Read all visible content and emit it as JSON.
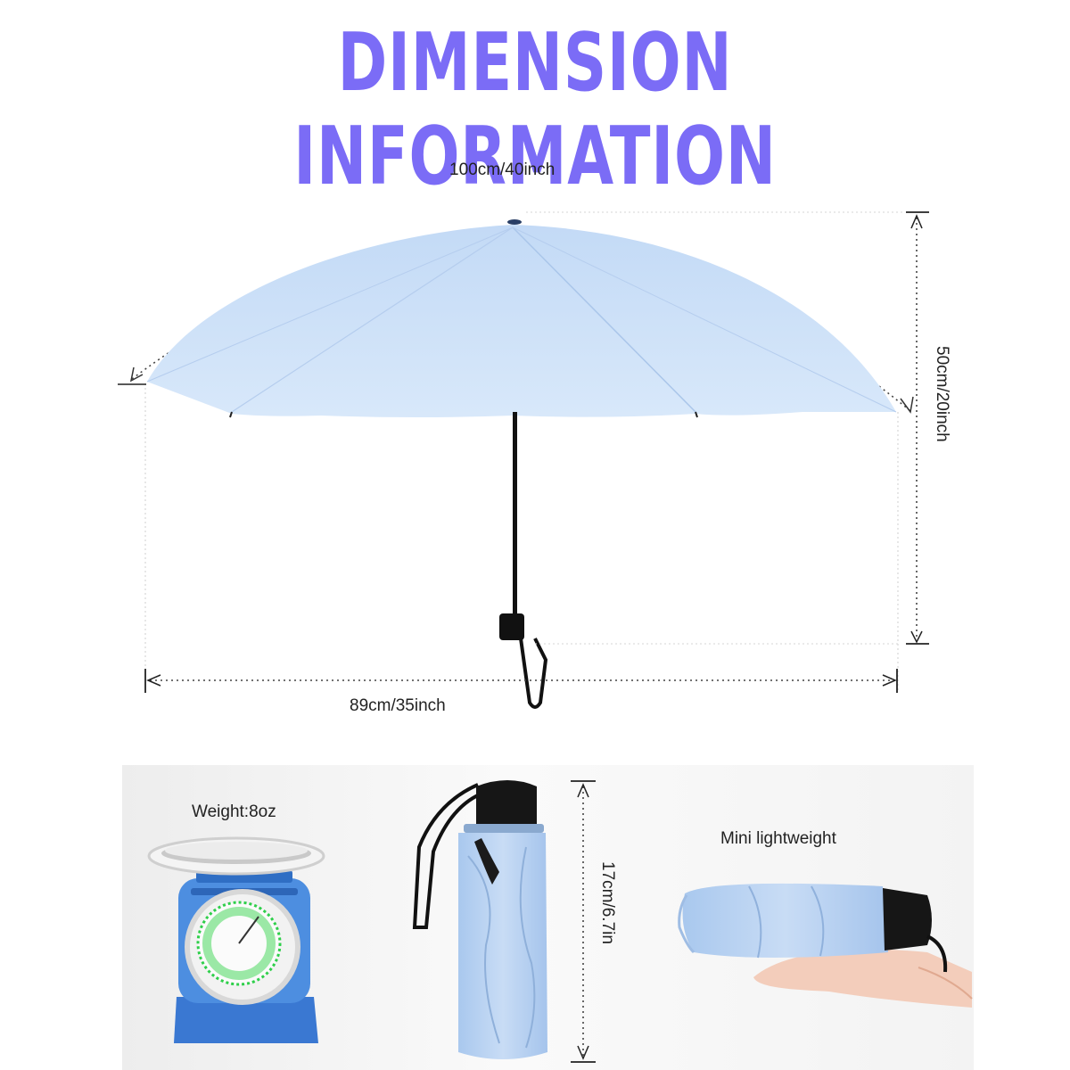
{
  "header": {
    "title": "DIMENSION INFORMATION"
  },
  "dimensions": {
    "arc_length": "100cm/40inch",
    "height": "50cm/20inch",
    "width": "89cm/35inch"
  },
  "panel": {
    "weight": "Weight:8oz",
    "folded_length": "17cm/6.7in",
    "lightweight": "Mini lightweight"
  },
  "colors": {
    "title": "#7b6cf6",
    "canopy": "#c9def6",
    "scale_body": "#3f7fd6",
    "dial_ring": "#2ecf4a"
  }
}
